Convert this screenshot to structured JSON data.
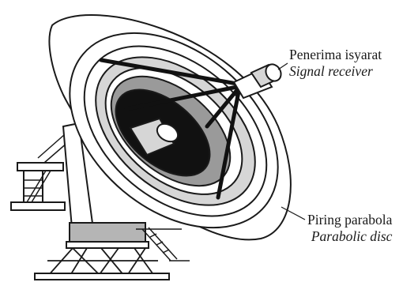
{
  "labels": {
    "receiver": {
      "malay": "Penerima isyarat",
      "english": "Signal receiver"
    },
    "disc": {
      "malay": "Piring parabola",
      "english": "Parabolic disc"
    }
  },
  "colors": {
    "ink": "#1a1a1a",
    "dish_dark": "#111111",
    "dish_mid": "#9a9a9a",
    "dish_light": "#d6d6d6",
    "base_gray": "#b5b5b5"
  }
}
